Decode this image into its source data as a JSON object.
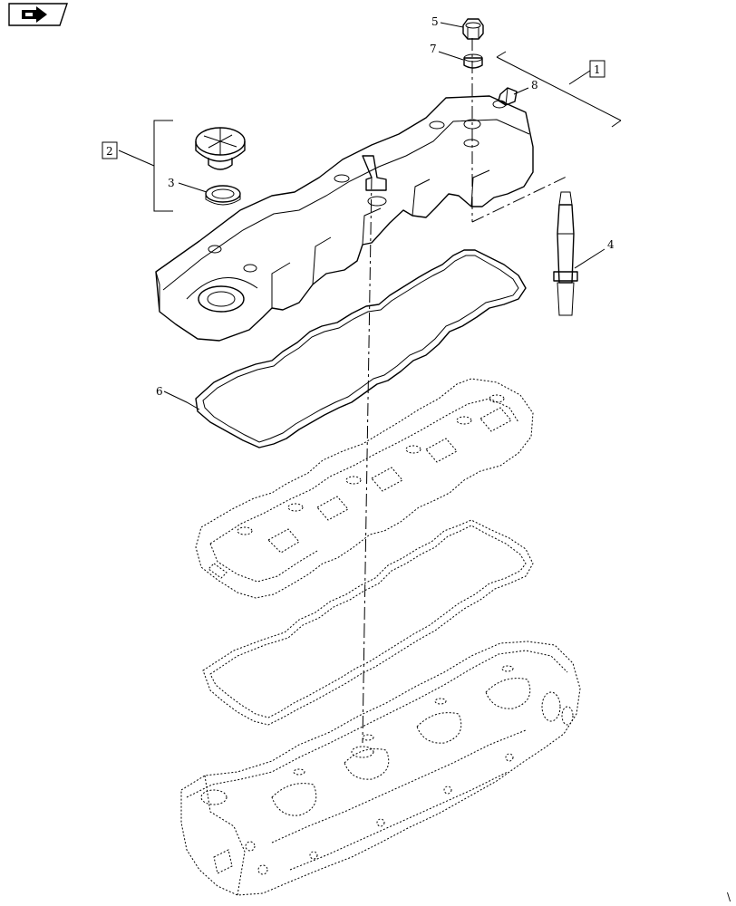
{
  "nav": {
    "icon": "next-page-arrow-icon"
  },
  "callouts": {
    "c1": "1",
    "c2": "2",
    "c3": "3",
    "c4": "4",
    "c5": "5",
    "c6": "6",
    "c7": "7",
    "c8": "8"
  },
  "corner_mark": "\\"
}
